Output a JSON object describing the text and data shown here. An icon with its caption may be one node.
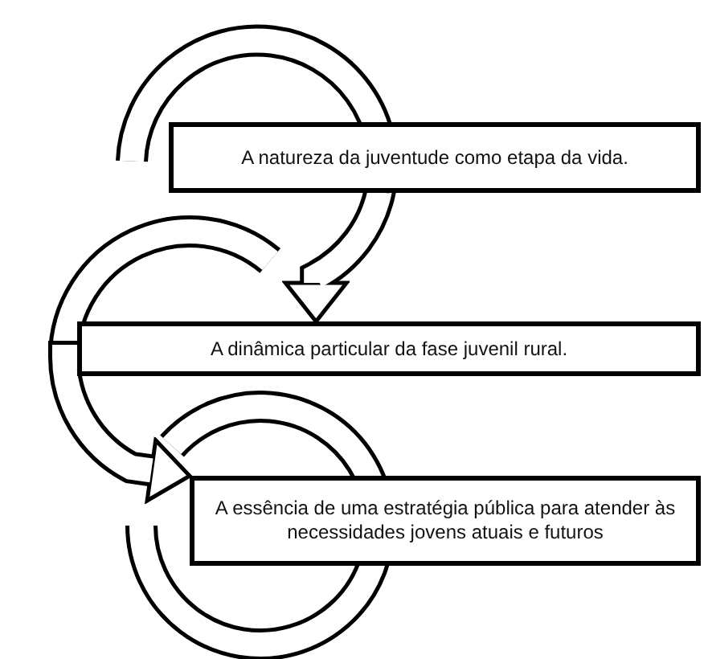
{
  "diagram": {
    "nodes": [
      {
        "text": [
          "A natureza da juventude como etapa da vida."
        ]
      },
      {
        "text": [
          "A dinâmica particular da fase juvenil rural."
        ]
      },
      {
        "text": [
          "A essência de uma estratégia pública para atender às necessidades jovens atuais e futuros"
        ]
      }
    ],
    "edges": [
      {
        "from": 0,
        "to": 1,
        "arrow": "to"
      },
      {
        "from": 1,
        "to": 2,
        "arrow": "to"
      }
    ]
  }
}
